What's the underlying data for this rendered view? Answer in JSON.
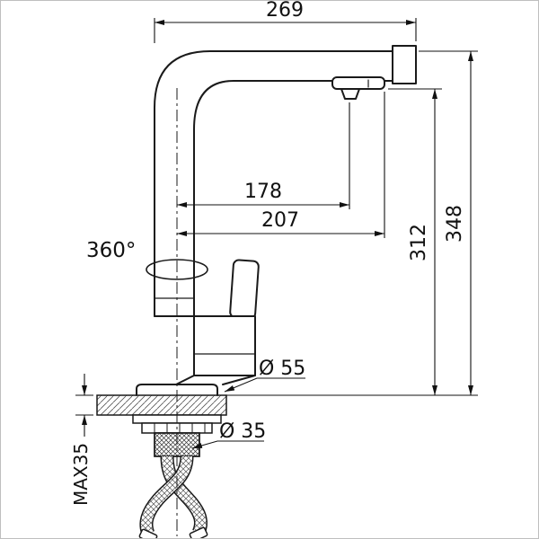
{
  "colors": {
    "line": "#1a1a1a",
    "dim_line": "#111111",
    "hatch": "#555555",
    "background": "#ffffff",
    "border": "#bfbfbf"
  },
  "dimensions": {
    "overall_width": "269",
    "spout_reach_inner": "178",
    "spout_reach_outer": "207",
    "outlet_height": "312",
    "overall_height": "348",
    "swivel_angle": "360°",
    "base_diameter": "Ø 55",
    "shank_diameter": "Ø 35",
    "max_mount_thickness": "MAX35"
  }
}
